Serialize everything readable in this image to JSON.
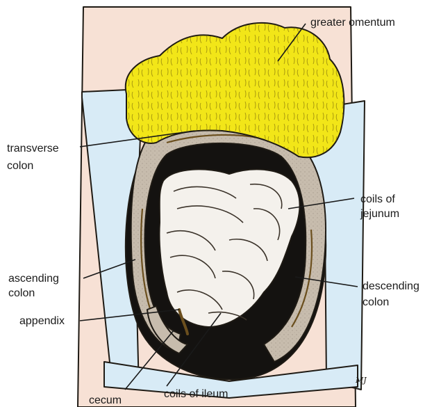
{
  "labels": {
    "greater_omentum": "greater omentum",
    "transverse_colon": [
      "transverse",
      "colon"
    ],
    "coils_of_jejunum": [
      "coils of",
      "jejunum"
    ],
    "ascending_colon": [
      "ascending",
      "colon"
    ],
    "descending_colon": [
      "descending",
      "colon"
    ],
    "appendix": "appendix",
    "cecum": "cecum",
    "coils_of_ileum": "coils of ileum"
  },
  "signature": "MJ",
  "colors": {
    "skin": "#f7e1d5",
    "drape": "#d8ebf6",
    "omentum": "#f2e618",
    "colon": "#c7bcad",
    "small_intestine": "#f4f1ec",
    "cavity": "#141210",
    "ink": "#1e1a14"
  }
}
